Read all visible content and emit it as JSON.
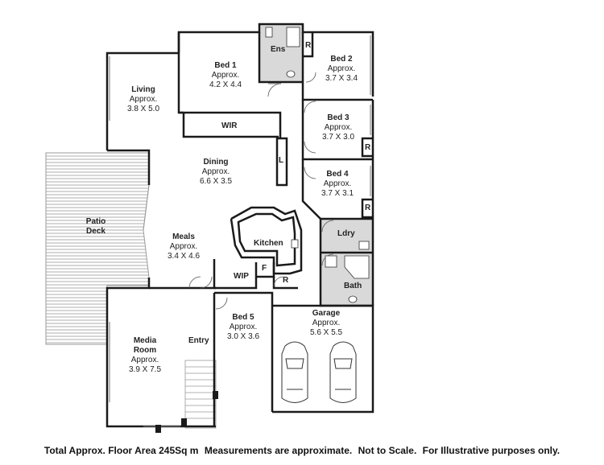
{
  "rooms": {
    "bed1": {
      "name": "Bed 1",
      "approx": "Approx.",
      "size": "4.2 X 4.4"
    },
    "ens": {
      "name": "Ens"
    },
    "bed2": {
      "name": "Bed 2",
      "approx": "Approx.",
      "size": "3.7 X 3.4"
    },
    "living": {
      "name": "Living",
      "approx": "Approx.",
      "size": "3.8 X 5.0"
    },
    "wir": {
      "name": "WIR"
    },
    "bed3": {
      "name": "Bed 3",
      "approx": "Approx.",
      "size": "3.7 X 3.0"
    },
    "dining": {
      "name": "Dining",
      "approx": "Approx.",
      "size": "6.6 X 3.5"
    },
    "l": {
      "name": "L"
    },
    "bed4": {
      "name": "Bed 4",
      "approx": "Approx.",
      "size": "3.7 X 3.1"
    },
    "patio": {
      "line1": "Patio",
      "line2": "Deck"
    },
    "meals": {
      "name": "Meals",
      "approx": "Approx.",
      "size": "3.4 X 4.6"
    },
    "kitchen": {
      "name": "Kitchen"
    },
    "ldry": {
      "name": "Ldry"
    },
    "wip": {
      "name": "WIP"
    },
    "f": {
      "name": "F"
    },
    "bath": {
      "name": "Bath"
    },
    "bed5": {
      "name": "Bed 5",
      "approx": "Approx.",
      "size": "3.0 X 3.6"
    },
    "garage": {
      "name": "Garage",
      "approx": "Approx.",
      "size": "5.6 X 5.5"
    },
    "media": {
      "line1": "Media",
      "line2": "Room",
      "approx": "Approx.",
      "size": "3.9 X 7.5"
    },
    "entry": {
      "name": "Entry"
    }
  },
  "robes": {
    "bed2": "R",
    "bed3": "R",
    "bed4": "R",
    "bed5": "R"
  },
  "footer": {
    "area": "Total Approx. Floor Area 245Sq m",
    "measure": "Measurements are approximate.",
    "scale": "Not to Scale.",
    "purpose": "For Illustrative purposes only."
  },
  "colors": {
    "wall": "#1a1a1a",
    "wet_floor": "#d9d9d9",
    "deck_lines": "#9a9a9a",
    "window": "#777777"
  }
}
